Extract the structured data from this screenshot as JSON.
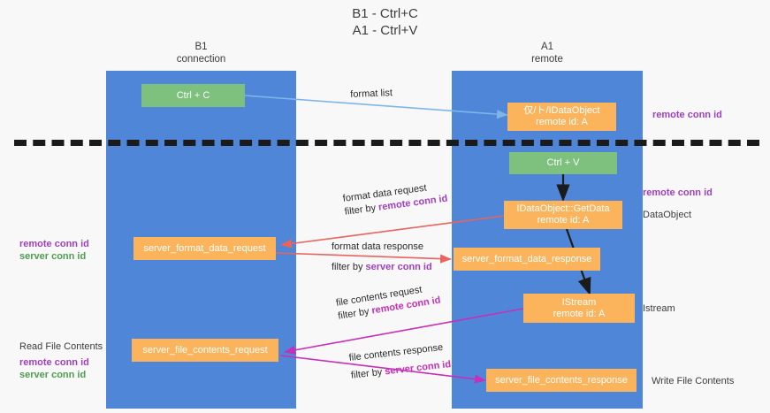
{
  "title": {
    "line1": "B1 - Ctrl+C",
    "line2": "A1 - Ctrl+V"
  },
  "lanes": [
    {
      "id": "b1",
      "name": "B1",
      "role": "connection"
    },
    {
      "id": "a1",
      "name": "A1",
      "role": "remote"
    }
  ],
  "nodes": {
    "ctrl_c": {
      "label": "Ctrl + C",
      "color": "#7ec07e"
    },
    "ctrl_v": {
      "label": "Ctrl + V",
      "color": "#7ec07e"
    },
    "idataobject": {
      "label": "仅/ト/IDataObject",
      "sub": "remote id: A",
      "color": "#fbb45c"
    },
    "getdata": {
      "label": "IDataObject::GetData",
      "sub": "remote id: A",
      "color": "#fbb45c"
    },
    "fmt_req": {
      "label": "server_format_data_request",
      "color": "#fbb45c"
    },
    "fmt_resp": {
      "label": "server_format_data_response",
      "color": "#fbb45c"
    },
    "istream": {
      "label": "IStream",
      "sub": "remote id: A",
      "color": "#fbb45c"
    },
    "file_req": {
      "label": "server_file_contents_request",
      "color": "#fbb45c"
    },
    "file_resp": {
      "label": "server_file_contents_response",
      "color": "#fbb45c"
    }
  },
  "edge_labels": {
    "format_list": {
      "text": "format list"
    },
    "fmt_data_request": {
      "line1": "format data request",
      "line2_pre": "filter by ",
      "line2_key": "remote conn id"
    },
    "fmt_data_response": {
      "line1": "format data response",
      "line2_pre": "filter by ",
      "line2_key": "server conn id"
    },
    "file_request": {
      "line1": "file contents request",
      "line2_pre": "filter by ",
      "line2_key": "remote conn id"
    },
    "file_response": {
      "line1": "file contents response",
      "line2_pre": "filter by ",
      "line2_key": "server conn id"
    }
  },
  "left_annotations": {
    "fmt_remote": "remote conn id",
    "fmt_server": "server conn id",
    "read_file_contents": "Read File Contents",
    "file_remote": "remote conn id",
    "file_server": "server conn id"
  },
  "right_annotations": {
    "remote_conn_top": "remote conn id",
    "remote_conn_mid": "remote conn id",
    "dataobject": "DataObject",
    "istream": "Istream",
    "write_file_contents": "Write File Contents"
  },
  "colors": {
    "lane": "#4f86d7",
    "node_green": "#7ec07e",
    "node_orange": "#fbb45c",
    "accent_purple": "#a03ec0",
    "accent_green": "#4c9e4c",
    "accent_magenta": "#c72fb8",
    "arrow_red": "#e8645c",
    "arrow_blue": "#7fb6e8",
    "arrow_black": "#1b1b1b",
    "background": "#f8f8f8"
  }
}
